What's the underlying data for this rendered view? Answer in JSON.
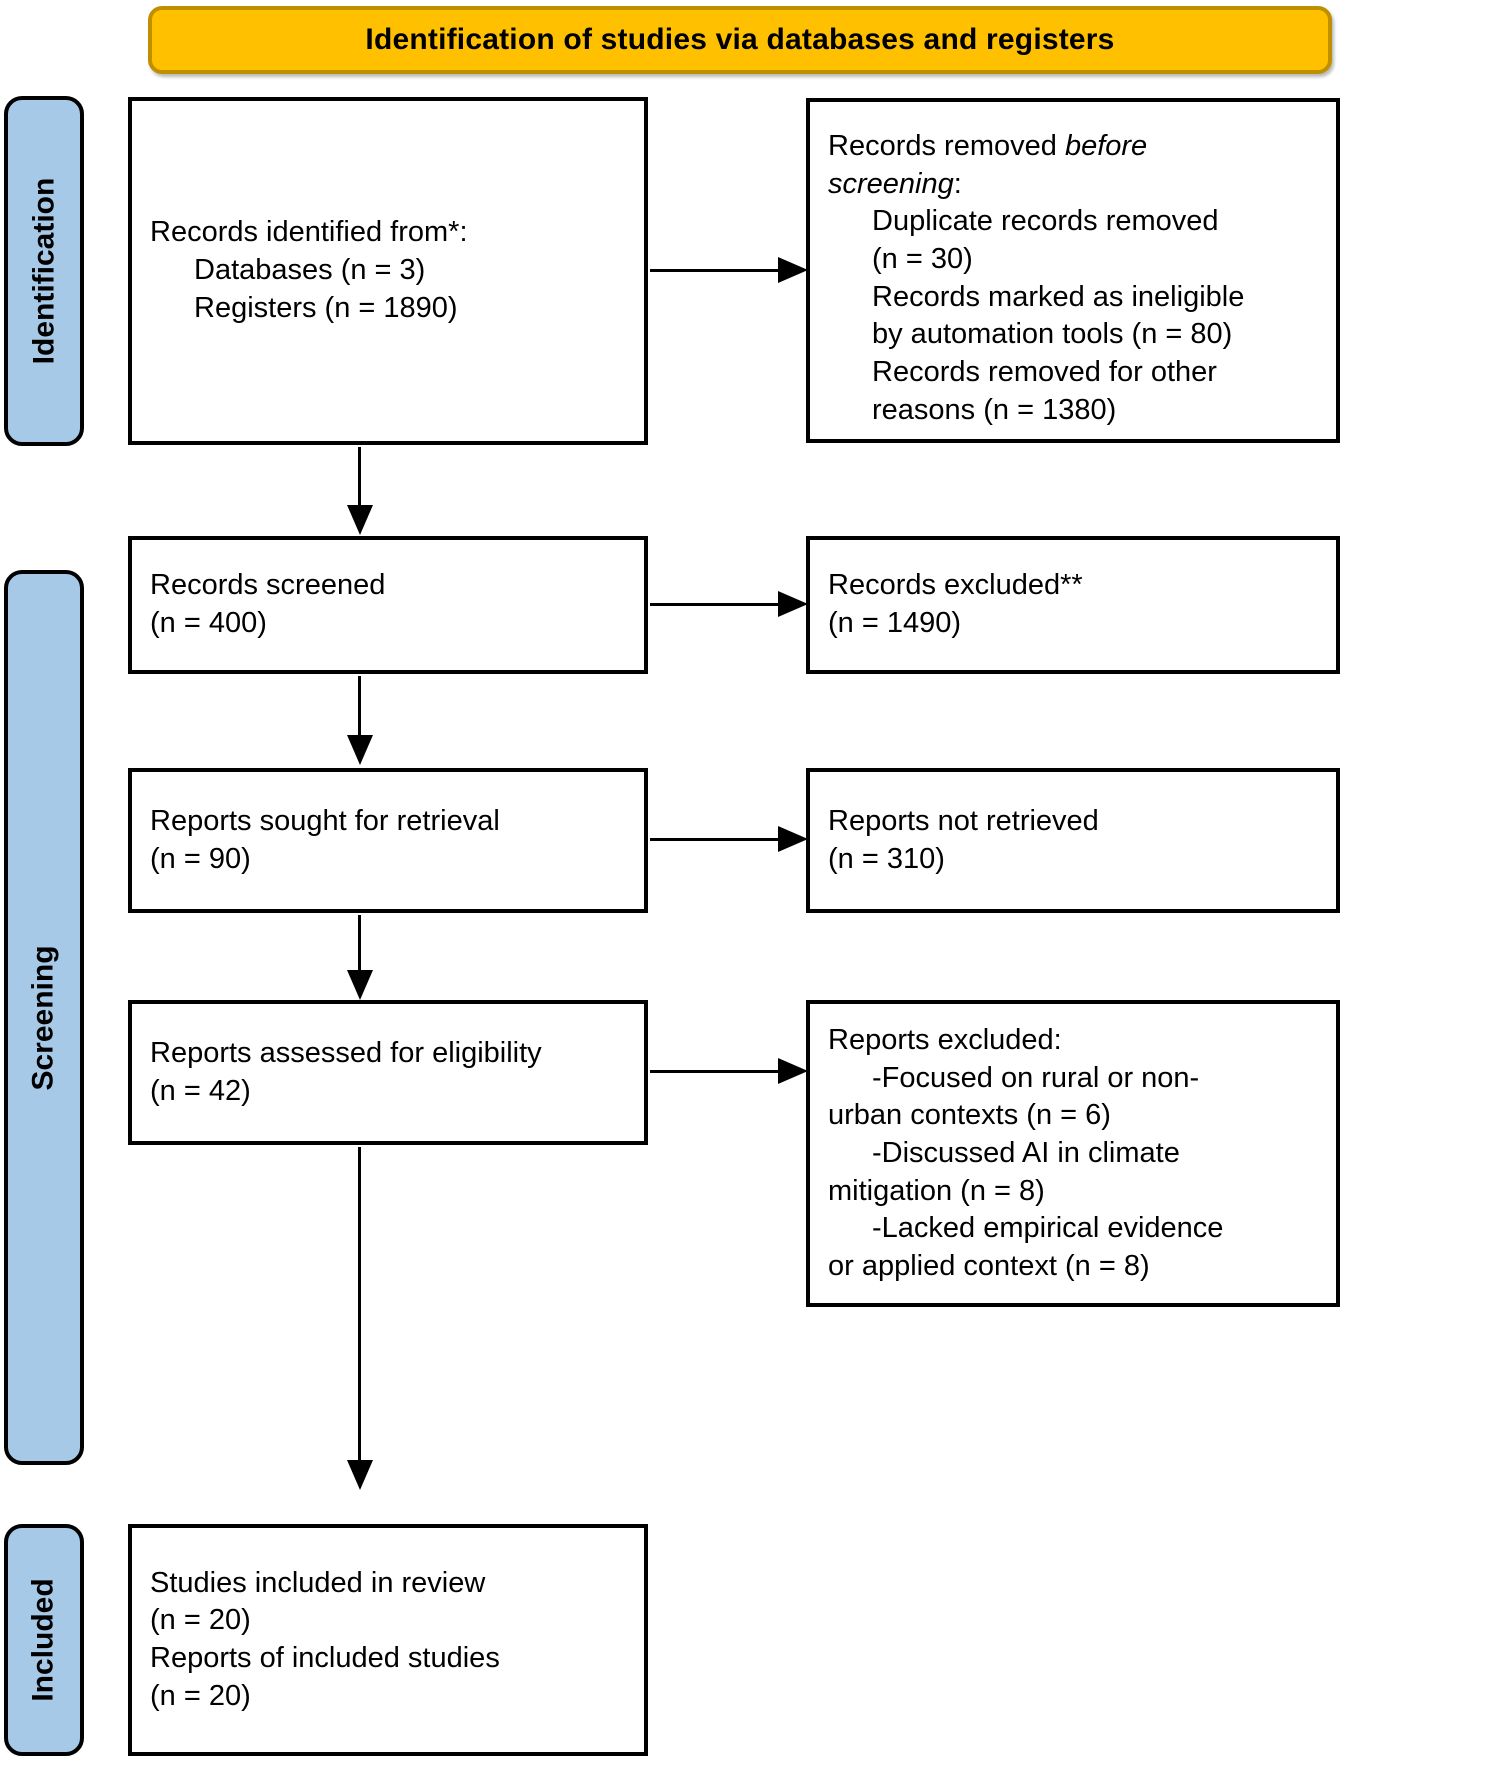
{
  "header": {
    "title": "Identification of studies via databases and registers",
    "fill_color": "#FFC000",
    "border_color": "#BF8F00"
  },
  "stages": {
    "identification": "Identification",
    "screening": "Screening",
    "included": "Included",
    "fill_color": "#A6C9E8"
  },
  "boxes": {
    "identified": {
      "name": "records-identified",
      "lines": [
        "Records identified from*:",
        "Databases (n = 3)",
        "Registers (n = 1890)"
      ]
    },
    "removed": {
      "name": "records-removed-before-screening",
      "title_plain": "Records removed ",
      "title_italic_1": "before",
      "title_italic_2": "screening",
      "title_colon": ":",
      "items": [
        "Duplicate records removed",
        "(n = 30)",
        "Records marked as ineligible",
        "by automation tools (n = 80)",
        "Records removed for other",
        "reasons (n = 1380)"
      ]
    },
    "screened": {
      "name": "records-screened",
      "lines": [
        "Records screened",
        "(n = 400)"
      ]
    },
    "excluded": {
      "name": "records-excluded",
      "lines": [
        "Records excluded**",
        "(n = 1490)"
      ]
    },
    "sought": {
      "name": "reports-sought-for-retrieval",
      "lines": [
        "Reports sought for retrieval",
        "(n = 90)"
      ]
    },
    "not_retrieved": {
      "name": "reports-not-retrieved",
      "lines": [
        "Reports not retrieved",
        "(n = 310)"
      ]
    },
    "assessed": {
      "name": "reports-assessed-for-eligibility",
      "lines": [
        "Reports assessed for eligibility",
        "(n = 42)"
      ]
    },
    "reports_excluded": {
      "name": "reports-excluded",
      "title": "Reports excluded:",
      "items": [
        "-Focused on rural or non-",
        "urban contexts (n = 6)",
        "-Discussed AI in climate",
        "mitigation (n = 8)",
        "-Lacked empirical evidence",
        "or applied context (n = 8)"
      ]
    },
    "included": {
      "name": "studies-included-in-review",
      "lines": [
        "Studies included in review",
        "(n = 20)",
        "Reports of included studies",
        "(n = 20)"
      ]
    }
  },
  "chart_data": {
    "type": "diagram",
    "diagram_kind": "PRISMA 2020 flow diagram",
    "title": "Identification of studies via databases and registers",
    "stages": [
      "Identification",
      "Screening",
      "Included"
    ],
    "nodes": [
      {
        "id": "identified",
        "stage": "Identification",
        "label": "Records identified from*",
        "values": {
          "Databases": 3,
          "Registers": 1890
        }
      },
      {
        "id": "removed",
        "stage": "Identification",
        "label": "Records removed before screening",
        "values": {
          "Duplicate records removed": 30,
          "Records marked as ineligible by automation tools": 80,
          "Records removed for other reasons": 1380
        }
      },
      {
        "id": "screened",
        "stage": "Screening",
        "label": "Records screened",
        "n": 400
      },
      {
        "id": "excluded",
        "stage": "Screening",
        "label": "Records excluded**",
        "n": 1490
      },
      {
        "id": "sought",
        "stage": "Screening",
        "label": "Reports sought for retrieval",
        "n": 90
      },
      {
        "id": "not_retrieved",
        "stage": "Screening",
        "label": "Reports not retrieved",
        "n": 310
      },
      {
        "id": "assessed",
        "stage": "Screening",
        "label": "Reports assessed for eligibility",
        "n": 42
      },
      {
        "id": "reports_excluded",
        "stage": "Screening",
        "label": "Reports excluded",
        "values": {
          "Focused on rural or non-urban contexts": 6,
          "Discussed AI in climate mitigation": 8,
          "Lacked empirical evidence or applied context": 8
        }
      },
      {
        "id": "included_studies",
        "stage": "Included",
        "label": "Studies included in review",
        "n": 20
      },
      {
        "id": "included_reports",
        "stage": "Included",
        "label": "Reports of included studies",
        "n": 20
      }
    ],
    "edges": [
      {
        "from": "identified",
        "to": "removed",
        "direction": "right"
      },
      {
        "from": "identified",
        "to": "screened",
        "direction": "down"
      },
      {
        "from": "screened",
        "to": "excluded",
        "direction": "right"
      },
      {
        "from": "screened",
        "to": "sought",
        "direction": "down"
      },
      {
        "from": "sought",
        "to": "not_retrieved",
        "direction": "right"
      },
      {
        "from": "sought",
        "to": "assessed",
        "direction": "down"
      },
      {
        "from": "assessed",
        "to": "reports_excluded",
        "direction": "right"
      },
      {
        "from": "assessed",
        "to": "included_studies",
        "direction": "down"
      }
    ]
  }
}
